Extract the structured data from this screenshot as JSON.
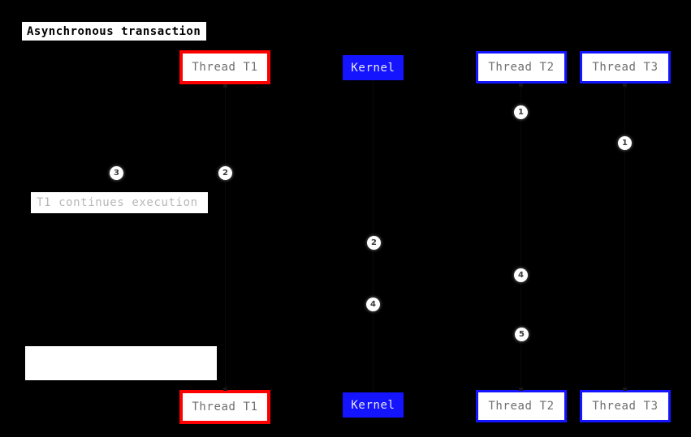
{
  "diagram": {
    "title": "Asynchronous transaction",
    "background_color": "#000000",
    "type": "uml-sequence-diagram"
  },
  "notes": [
    {
      "id": "note-t1-continues",
      "text": "T1 continues execution"
    },
    {
      "id": "note-blank",
      "text": ""
    }
  ],
  "participants_top": [
    {
      "id": "thread-t1",
      "label": "Thread T1",
      "style": "red-outline",
      "accent": "#ff0000"
    },
    {
      "id": "kernel",
      "label": "Kernel",
      "style": "blue-fill",
      "accent": "#1414ff"
    },
    {
      "id": "thread-t2",
      "label": "Thread T2",
      "style": "blue-outline",
      "accent": "#1414ff"
    },
    {
      "id": "thread-t3",
      "label": "Thread T3",
      "style": "blue-outline",
      "accent": "#1414ff"
    }
  ],
  "participants_bottom": [
    {
      "id": "thread-t1",
      "label": "Thread T1",
      "style": "red-outline",
      "accent": "#ff0000"
    },
    {
      "id": "kernel",
      "label": "Kernel",
      "style": "blue-fill",
      "accent": "#1414ff"
    },
    {
      "id": "thread-t2",
      "label": "Thread T2",
      "style": "blue-outline",
      "accent": "#1414ff"
    },
    {
      "id": "thread-t3",
      "label": "Thread T3",
      "style": "blue-outline",
      "accent": "#1414ff"
    }
  ],
  "step_badges": [
    {
      "id": "badge-t2-1",
      "number": "1"
    },
    {
      "id": "badge-t3-1",
      "number": "1"
    },
    {
      "id": "badge-t1-3",
      "number": "3"
    },
    {
      "id": "badge-t1-2",
      "number": "2"
    },
    {
      "id": "badge-kernel-2",
      "number": "2"
    },
    {
      "id": "badge-t2-4",
      "number": "4"
    },
    {
      "id": "badge-kernel-4",
      "number": "4"
    },
    {
      "id": "badge-t2-5",
      "number": "5"
    }
  ]
}
